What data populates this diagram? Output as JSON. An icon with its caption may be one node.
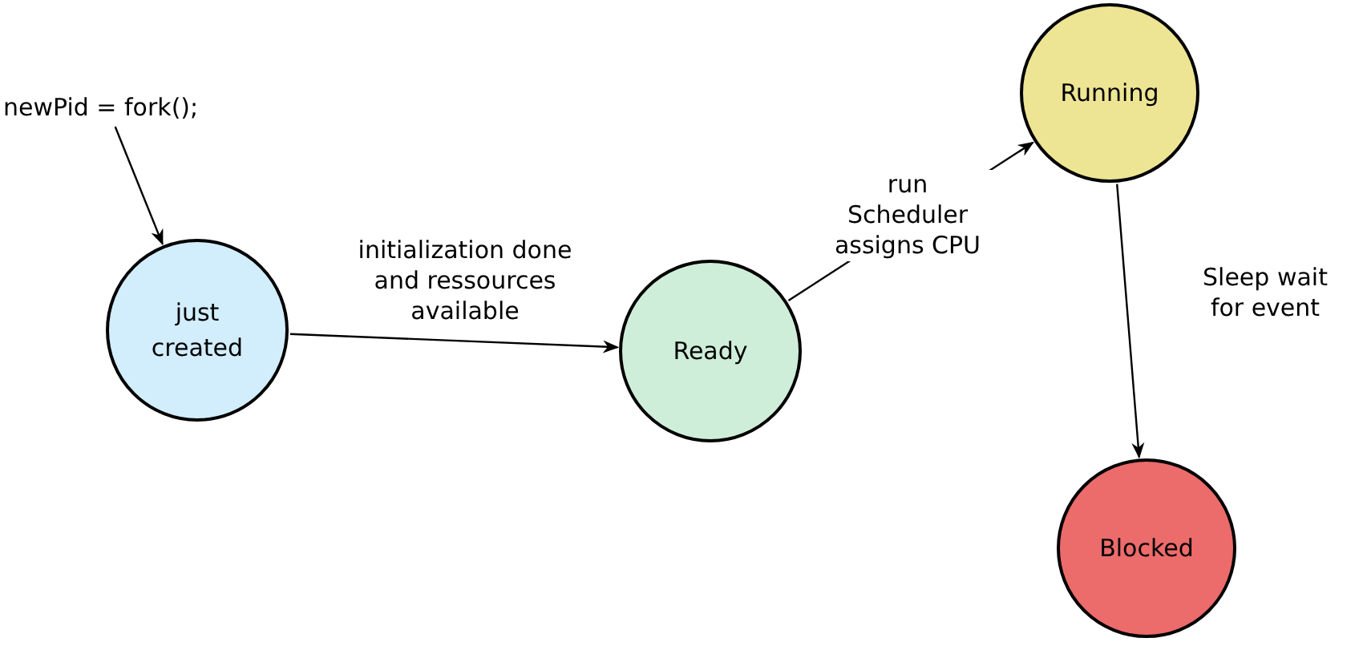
{
  "diagram": {
    "nodes": [
      {
        "text": [
          "newPid = fork();"
        ]
      },
      {
        "text": [
          "just created"
        ]
      },
      {
        "text": [
          "Ready"
        ]
      },
      {
        "text": [
          "Running"
        ]
      },
      {
        "text": [
          "Blocked"
        ]
      }
    ],
    "edges": [
      {
        "from": 0,
        "to": 1,
        "arrow": "to"
      },
      {
        "from": 1,
        "to": 2,
        "arrow": "to",
        "label": "initialization done and ressources available"
      },
      {
        "from": 2,
        "to": 3,
        "arrow": "to",
        "label": "run Scheduler assigns CPU"
      },
      {
        "from": 3,
        "to": 4,
        "arrow": "to",
        "label": "Sleep wait for event"
      }
    ]
  }
}
